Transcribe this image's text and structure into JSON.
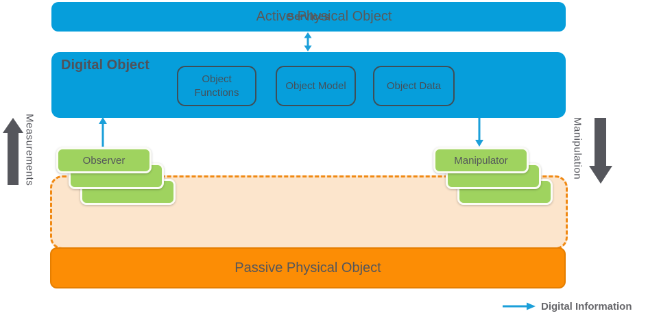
{
  "services": {
    "label": "Services"
  },
  "digital_object": {
    "title": "Digital Object",
    "components": [
      {
        "label": "Object Functions"
      },
      {
        "label": "Object Model"
      },
      {
        "label": "Object Data"
      }
    ]
  },
  "observer": {
    "label": "Observer"
  },
  "manipulator": {
    "label": "Manipulator"
  },
  "active_physical_object": {
    "label": "Active Physical Object"
  },
  "passive_physical_object": {
    "label": "Passive Physical Object"
  },
  "left_flow": {
    "label": "Measurements"
  },
  "right_flow": {
    "label": "Manipulation"
  },
  "legend": {
    "label": "Digital Information"
  },
  "colors": {
    "blue": "#069EDB",
    "green": "#9FD35F",
    "orange": "#FC8D05",
    "peach_fill": "#FCE5CC",
    "dashed_border_orange": "#F08913",
    "gray_text": "#595959",
    "block_arrow_gray": "#55565C",
    "component_border": "#3F4E57"
  }
}
